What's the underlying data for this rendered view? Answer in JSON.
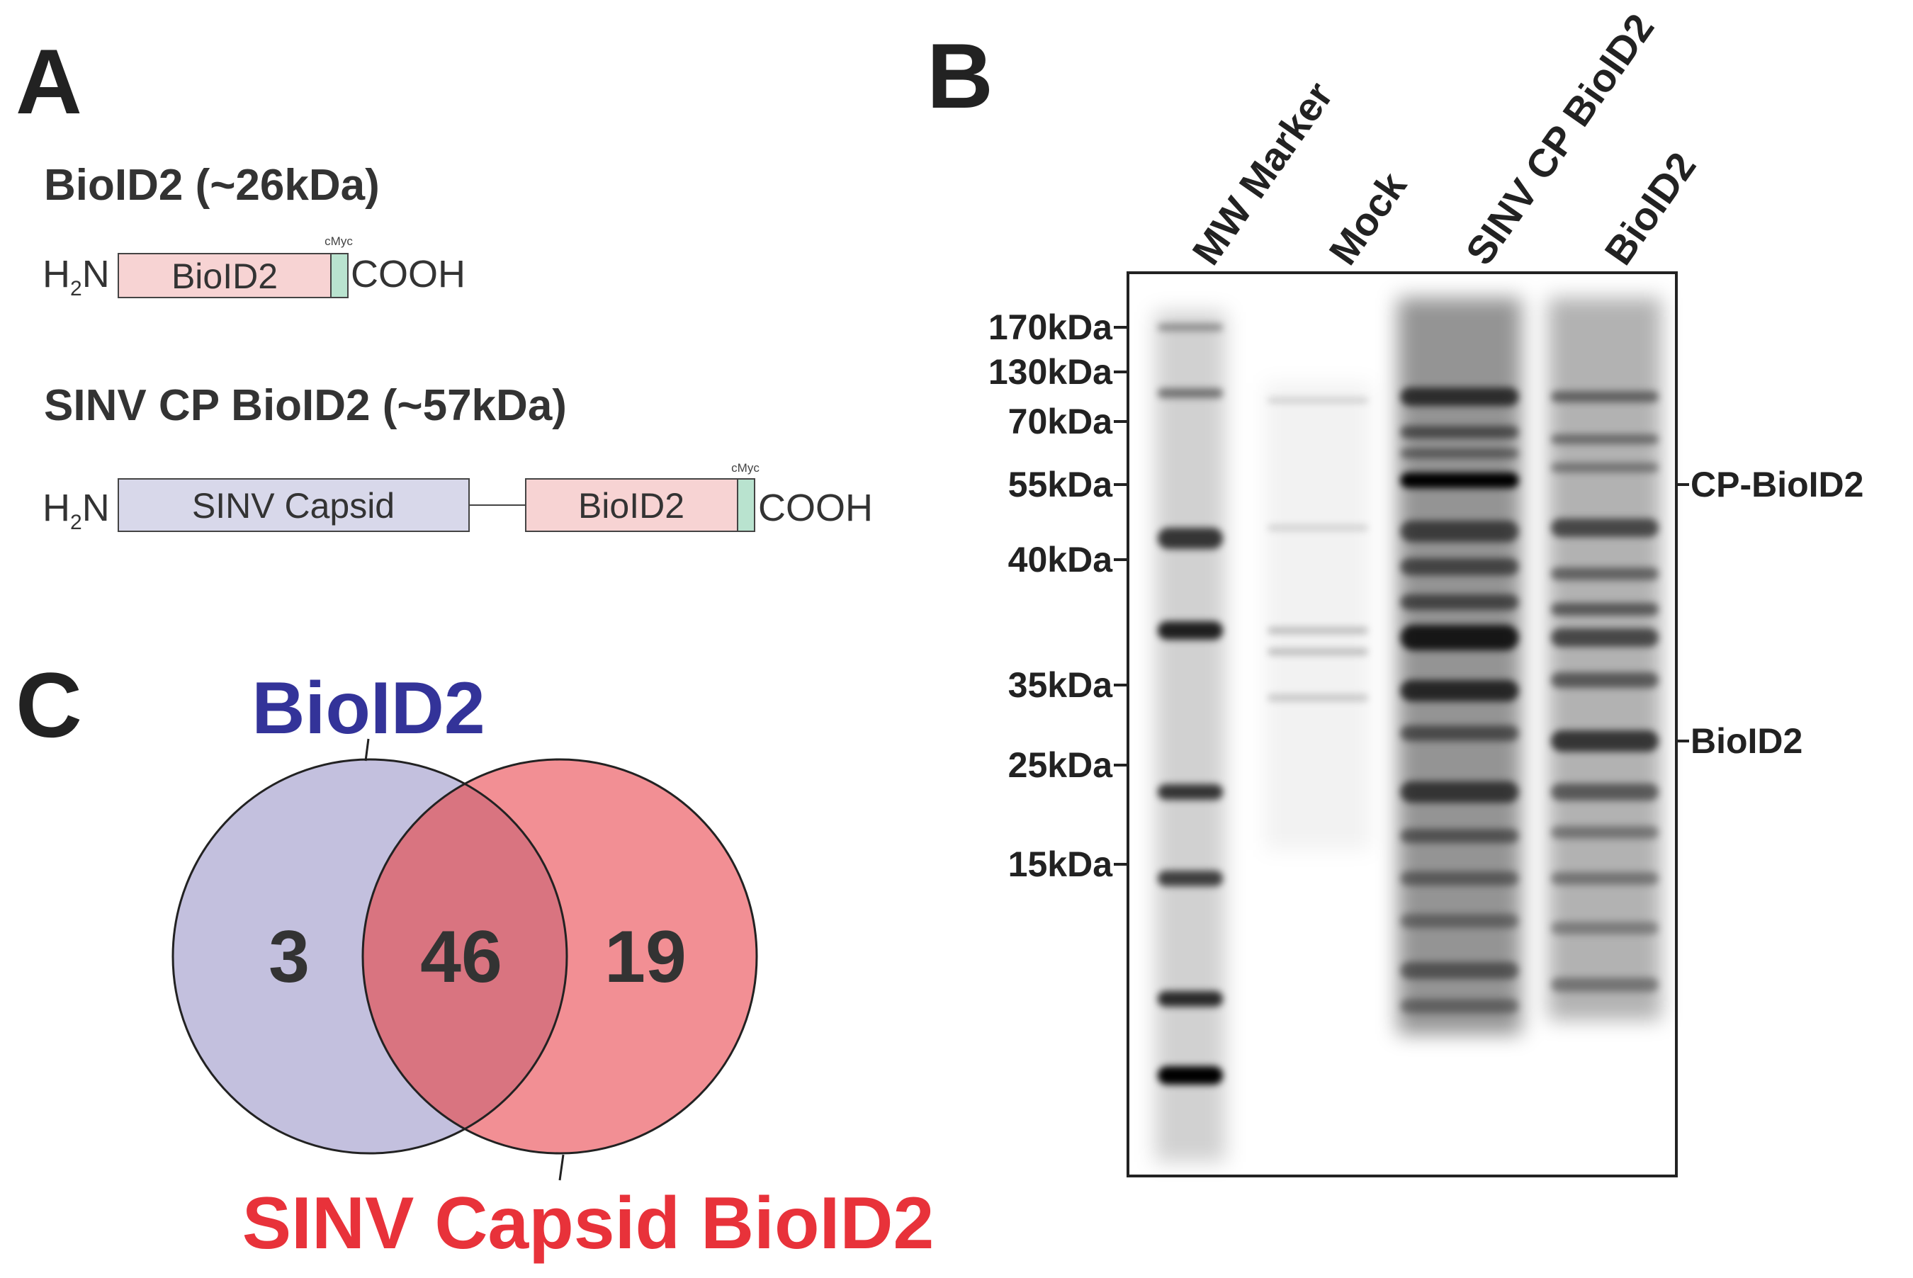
{
  "panel_a": {
    "letter": "A",
    "construct1": {
      "title": "BioID2 (~26kDa)",
      "n_term_h": "H",
      "n_term_sub": "2",
      "n_term_n": "N",
      "domain": "BioID2",
      "tag": "cMyc",
      "c_term": "COOH"
    },
    "construct2": {
      "title": "SINV CP BioID2 (~57kDa)",
      "n_term_h": "H",
      "n_term_sub": "2",
      "n_term_n": "N",
      "domain1": "SINV Capsid",
      "domain2": "BioID2",
      "tag": "cMyc",
      "c_term": "COOH"
    },
    "colors": {
      "bioid2_fill": "#f7d3d3",
      "capsid_fill": "#d8d8ea",
      "tag_fill": "#b9e3cf",
      "outline": "#444444"
    }
  },
  "panel_b": {
    "letter": "B",
    "lanes": [
      "MW Marker",
      "Mock",
      "SINV CP BioID2",
      "BioID2"
    ],
    "mw_markers": [
      "170kDa",
      "130kDa",
      "70kDa",
      "55kDa",
      "40kDa",
      "35kDa",
      "25kDa",
      "15kDa"
    ],
    "band_labels": [
      "CP-BioID2",
      "BioID2"
    ]
  },
  "panel_c": {
    "letter": "C",
    "set_a_label": "BioID2",
    "set_b_label": "SINV Capsid BioID2",
    "only_a": "3",
    "overlap": "46",
    "only_b": "19",
    "colors": {
      "set_a": "#c3c0de",
      "set_b": "#f28f94",
      "overlap": "#d97480",
      "set_a_text": "#333399",
      "set_b_text": "#e8323a"
    }
  }
}
